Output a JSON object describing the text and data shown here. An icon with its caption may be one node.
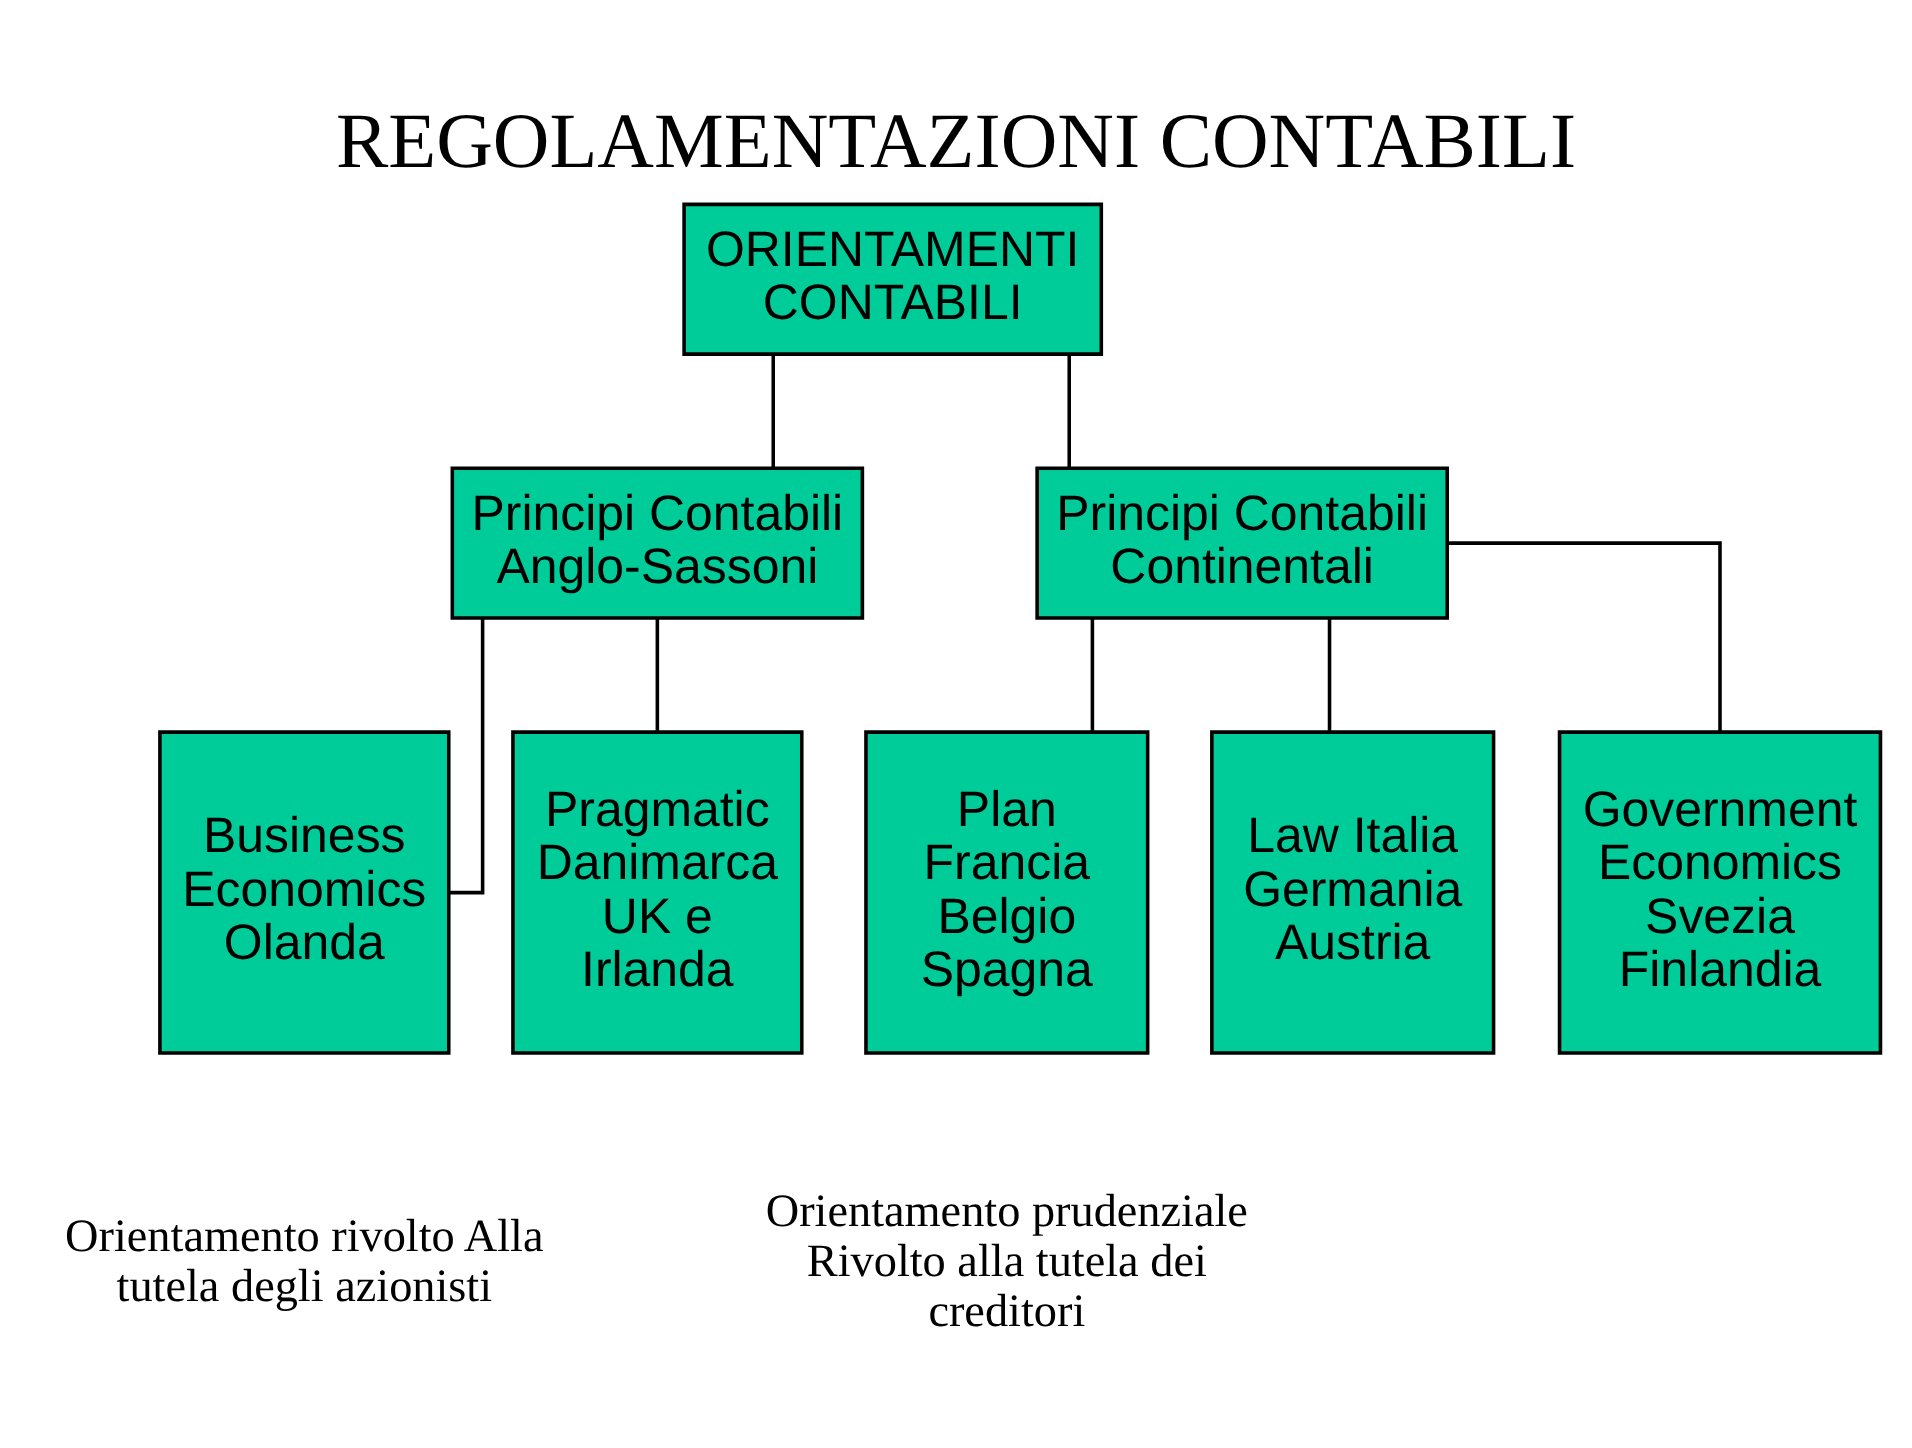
{
  "diagram": {
    "title": "REGOLAMENTAZIONI CONTABILI",
    "nodes": [
      {
        "text": [
          "ORIENTAMENTI CONTABILI"
        ]
      },
      {
        "text": [
          "Principi Contabili Anglo-Sassoni"
        ]
      },
      {
        "text": [
          "Principi Contabili Continentali"
        ]
      },
      {
        "text": [
          "Business Economics Olanda"
        ]
      },
      {
        "text": [
          "Pragmatic Danimarca UK e Irlanda"
        ]
      },
      {
        "text": [
          "Plan Francia Belgio Spagna"
        ]
      },
      {
        "text": [
          "Law Italia Germania Austria"
        ]
      },
      {
        "text": [
          "Government Economics Svezia Finlandia"
        ]
      }
    ],
    "edges": [
      {
        "from": 0,
        "to": 1,
        "arrow": "none"
      },
      {
        "from": 0,
        "to": 2,
        "arrow": "none"
      },
      {
        "from": 1,
        "to": 3,
        "arrow": "none"
      },
      {
        "from": 1,
        "to": 4,
        "arrow": "none"
      },
      {
        "from": 2,
        "to": 5,
        "arrow": "none"
      },
      {
        "from": 2,
        "to": 6,
        "arrow": "none"
      },
      {
        "from": 2,
        "to": 7,
        "arrow": "none"
      }
    ],
    "labels": [
      "Orientamento rivolto Alla tutela degli azionisti",
      "Orientamento prudenziale Rivolto alla tutela dei creditori"
    ]
  }
}
